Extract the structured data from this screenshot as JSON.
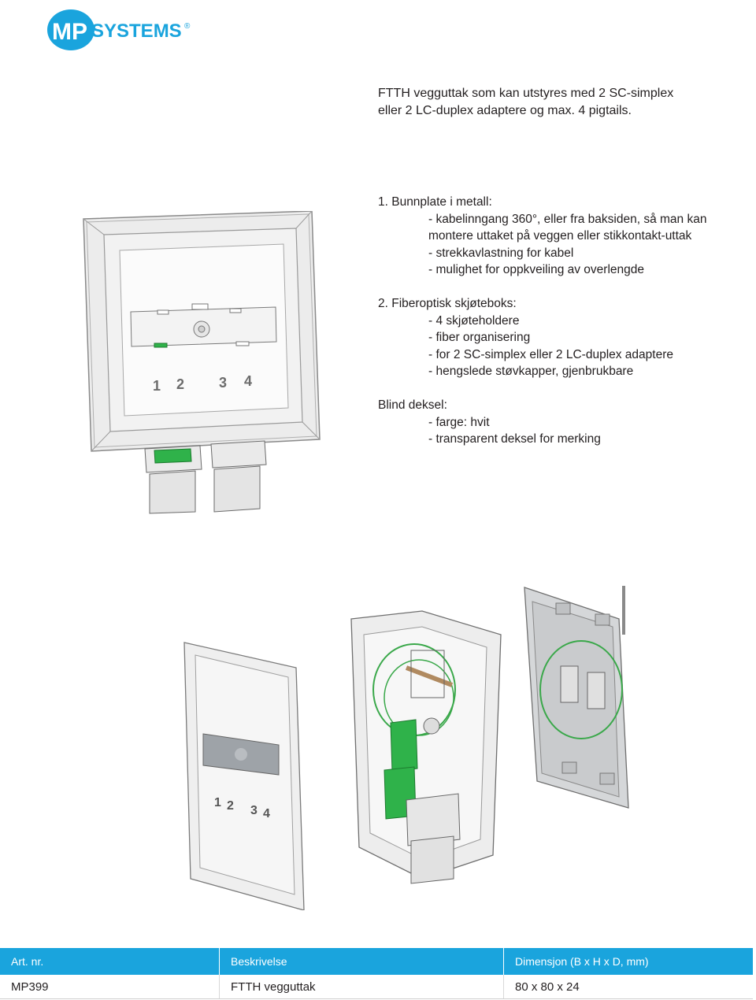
{
  "brand": {
    "logo_mark": "MP",
    "logo_word": "SYSTEMS",
    "registered": "®",
    "color": "#1aa4dd"
  },
  "intro": {
    "line1": "FTTH vegguttak som kan utstyres med 2 SC-simplex",
    "line2": "eller 2 LC-duplex adaptere og max. 4 pigtails."
  },
  "sections": [
    {
      "heading": "1. Bunnplate i metall:",
      "items": [
        "- kabelinngang 360°, eller fra baksiden, så man kan montere uttaket på veggen eller stikkontakt-uttak",
        "- strekkavlastning for kabel",
        "- mulighet for oppkveiling av overlengde"
      ]
    },
    {
      "heading": "2. Fiberoptisk skjøteboks:",
      "items": [
        "- 4 skjøteholdere",
        "- fiber organisering",
        "- for 2 SC-simplex eller 2 LC-duplex adaptere",
        "- hengslede støvkapper, gjenbrukbare"
      ]
    },
    {
      "heading": "Blind deksel:",
      "items": [
        "- farge: hvit",
        "- transparent deksel for merking"
      ]
    }
  ],
  "faceplate_numbers": [
    "1",
    "2",
    "3",
    "4"
  ],
  "table": {
    "headers": [
      "Art. nr.",
      "Beskrivelse",
      "Dimensjon (B x H x D, mm)"
    ],
    "rows": [
      [
        "MP399",
        "FTTH vegguttak",
        "80 x 80 x 24"
      ]
    ],
    "header_color": "#1aa4dd"
  }
}
